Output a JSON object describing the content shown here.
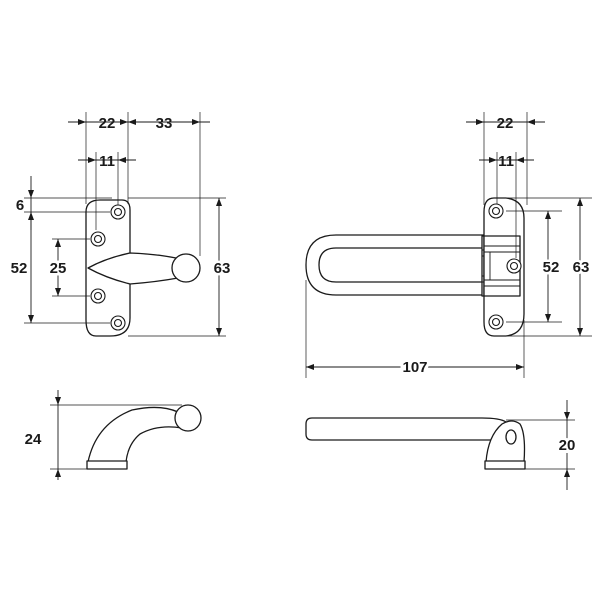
{
  "dimensions": {
    "front_left": {
      "width_top": "22",
      "offset_knob": "33",
      "hole_spacing_small": "11",
      "top_edge": "6",
      "height_outer": "52",
      "height_inner": "25",
      "height_total": "63"
    },
    "front_right": {
      "width_top": "22",
      "hole_spacing_small": "11",
      "height_inner": "52",
      "height_total": "63",
      "length": "107"
    },
    "side_left": {
      "height": "24"
    },
    "side_right": {
      "height": "20"
    }
  },
  "colors": {
    "ink": "#1a1a1a",
    "background": "#ffffff"
  }
}
